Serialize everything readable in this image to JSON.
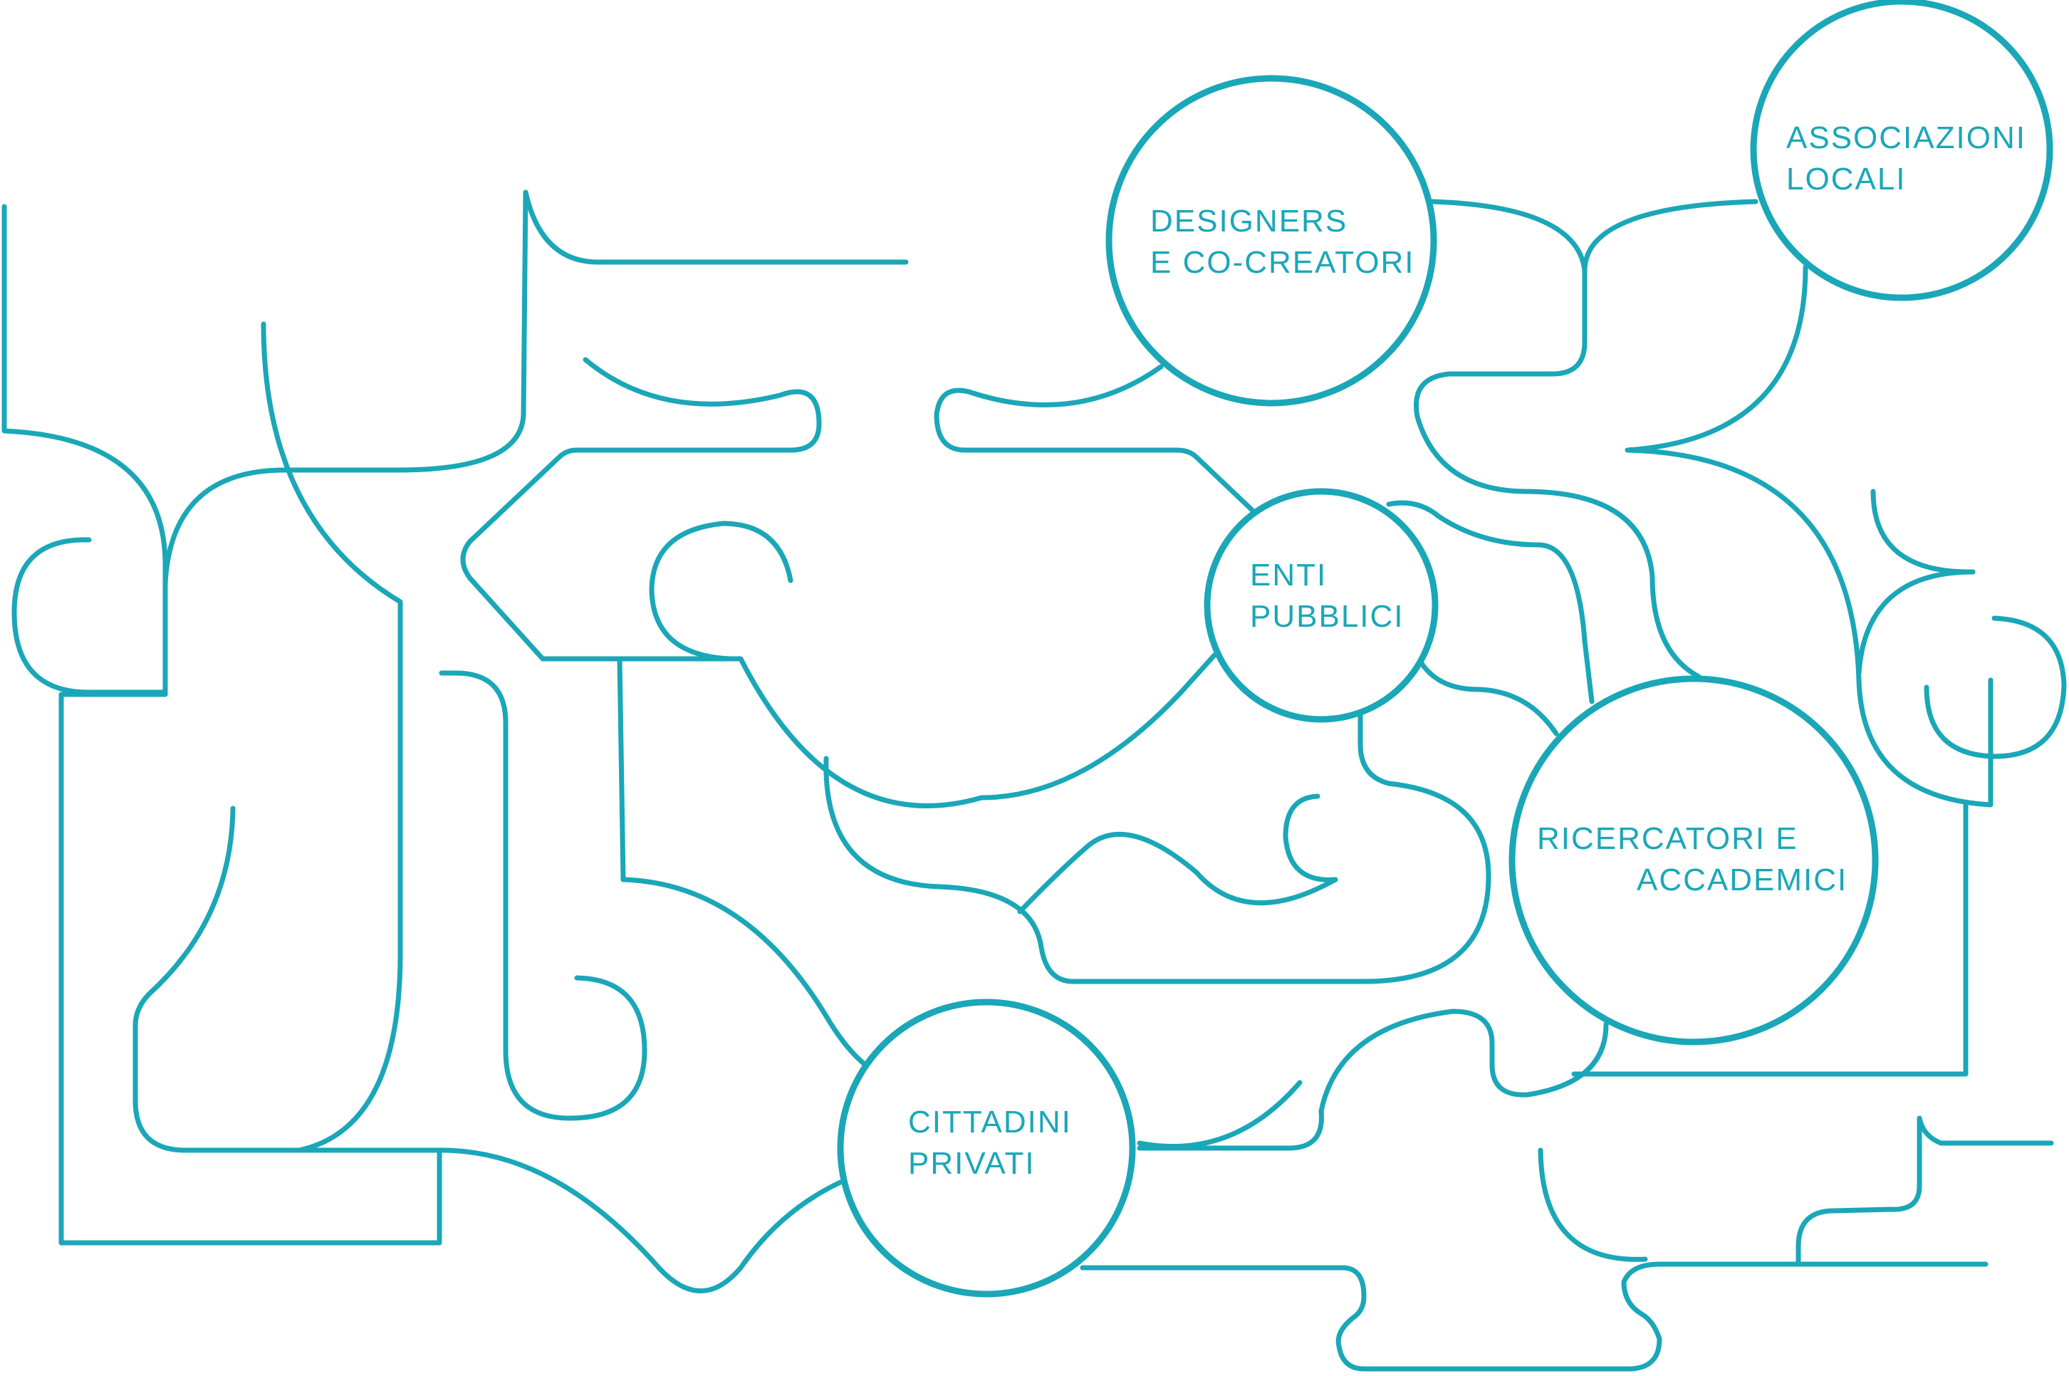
{
  "colors": {
    "stroke": "#1aa7b8",
    "text": "#1aa7b8",
    "background": "#ffffff"
  },
  "nodes": [
    {
      "id": "designers",
      "lines": [
        "DESIGNERS",
        "E CO-CREATORI"
      ]
    },
    {
      "id": "associazioni",
      "lines": [
        "ASSOCIAZIONI",
        "LOCALI"
      ]
    },
    {
      "id": "enti",
      "lines": [
        "ENTI",
        "PUBBLICI"
      ]
    },
    {
      "id": "ricercatori",
      "lines": [
        "RICERCATORI E",
        "ACCADEMICI"
      ]
    },
    {
      "id": "cittadini",
      "lines": [
        "CITTADINI",
        "PRIVATI"
      ]
    }
  ]
}
